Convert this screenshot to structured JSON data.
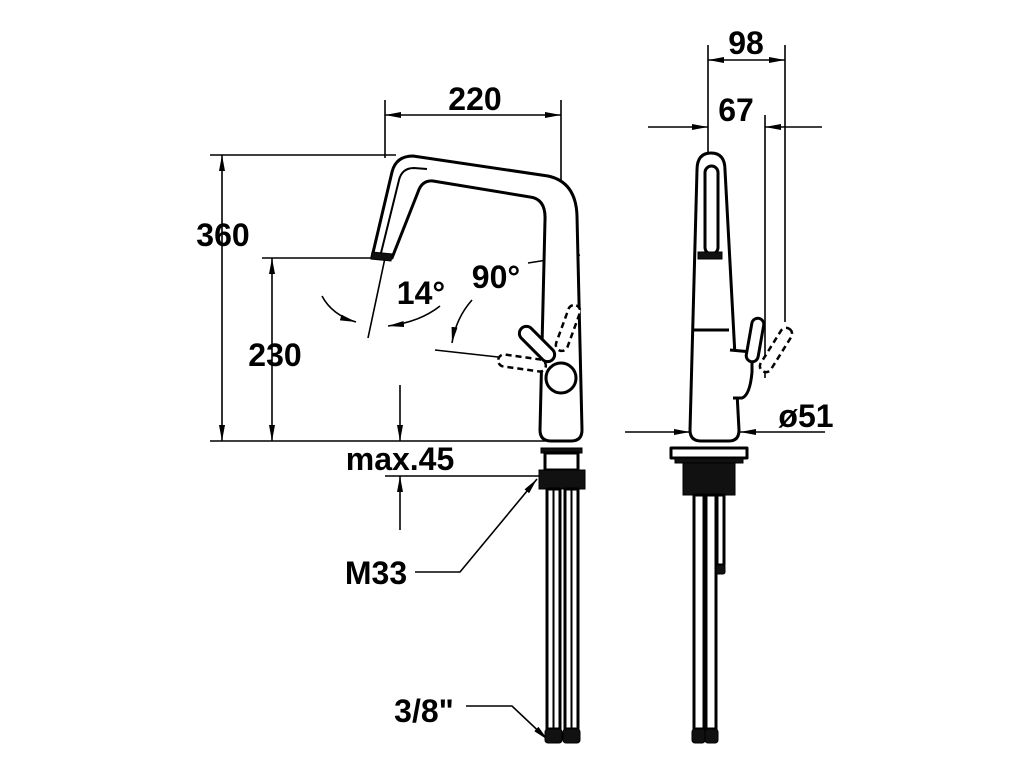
{
  "drawing": {
    "front_view": {
      "width_dimension": "220",
      "height_dimension": "360",
      "spout_height_dimension": "230",
      "spout_angle": "14°",
      "lever_angle": "90°",
      "max_thickness": "max.45",
      "thread": "M33",
      "connection": "3/8\""
    },
    "side_view": {
      "depth_dimension": "98",
      "lever_offset_dimension": "67",
      "base_diameter": "ø51"
    }
  }
}
